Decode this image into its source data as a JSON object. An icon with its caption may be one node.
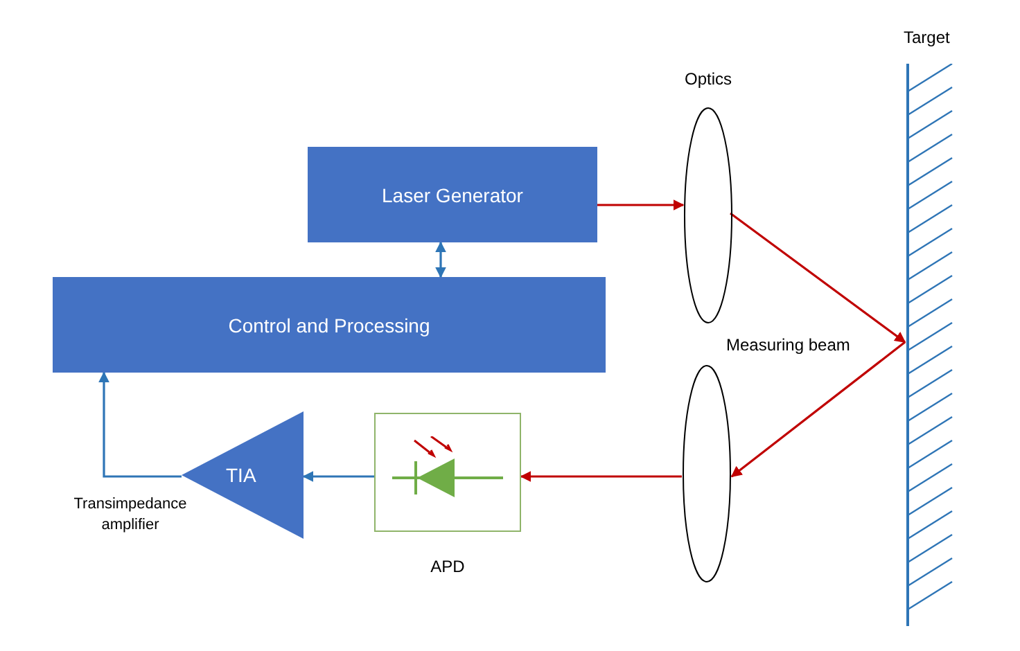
{
  "diagram": {
    "nodes": [
      {
        "text": [
          "Optics"
        ]
      },
      {
        "text": [
          "Target"
        ]
      },
      {
        "text": [
          "Laser Generator"
        ]
      },
      {
        "text": [
          "Control and Processing"
        ]
      },
      {
        "text": [],
        "shape": "ellipse"
      },
      {
        "text": [
          "TIA"
        ],
        "beside": [
          "Transimpedance amplifier"
        ]
      },
      {
        "text": [
          "APD"
        ]
      }
    ],
    "edges": [
      {
        "from": 2,
        "to": 0,
        "arrow": "to"
      },
      {
        "from": 0,
        "to": 1,
        "arrow": "to"
      },
      {
        "from": 1,
        "to": 4,
        "arrow": "to"
      },
      {
        "from": 4,
        "to": 6,
        "arrow": "to"
      },
      {
        "from": 6,
        "to": 5,
        "arrow": "to",
        "color": "#2e75b6"
      },
      {
        "from": 5,
        "to": 3,
        "arrow": "to",
        "color": "#2e75b6"
      },
      {
        "from": 2,
        "to": 3,
        "arrow": "both",
        "color": "#2e75b6"
      }
    ],
    "labels": [
      "Measuring beam"
    ]
  }
}
